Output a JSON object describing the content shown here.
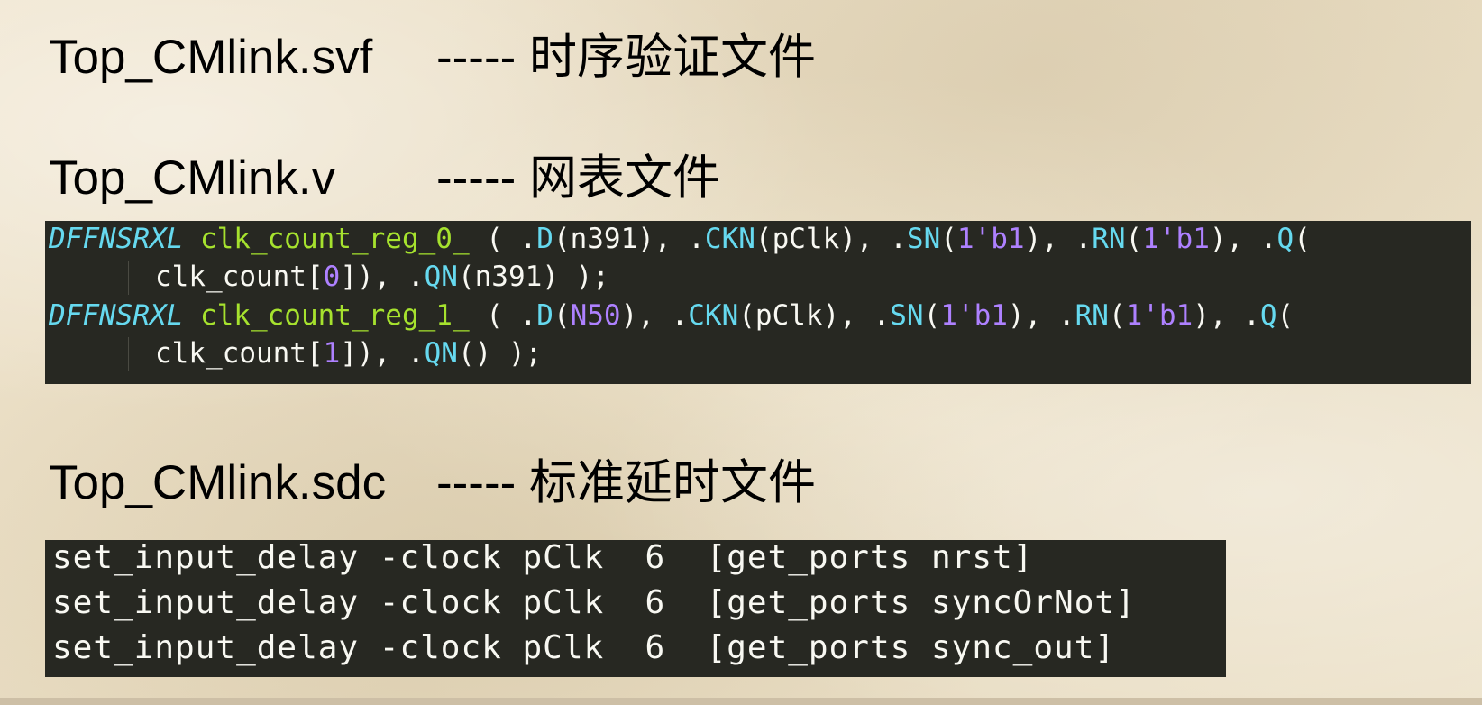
{
  "headings": {
    "svf": {
      "file": "Top_CMlink.svf",
      "desc": "----- 时序验证文件"
    },
    "v": {
      "file": "Top_CMlink.v",
      "desc": "----- 网表文件"
    },
    "sdc": {
      "file": "Top_CMlink.sdc",
      "desc": "----- 标准延时文件"
    }
  },
  "netlist": {
    "lines": [
      [
        {
          "t": "DFFNSRXL",
          "k": "type"
        },
        {
          "t": " ",
          "k": "plain"
        },
        {
          "t": "clk_count_reg_0_",
          "k": "name"
        },
        {
          "t": " ( .",
          "k": "plain"
        },
        {
          "t": "D",
          "k": "port"
        },
        {
          "t": "(n391), .",
          "k": "plain"
        },
        {
          "t": "CKN",
          "k": "port"
        },
        {
          "t": "(pClk), .",
          "k": "plain"
        },
        {
          "t": "SN",
          "k": "port"
        },
        {
          "t": "(",
          "k": "plain"
        },
        {
          "t": "1'b1",
          "k": "num"
        },
        {
          "t": "), .",
          "k": "plain"
        },
        {
          "t": "RN",
          "k": "port"
        },
        {
          "t": "(",
          "k": "plain"
        },
        {
          "t": "1'b1",
          "k": "num"
        },
        {
          "t": "), .",
          "k": "plain"
        },
        {
          "t": "Q",
          "k": "port"
        },
        {
          "t": "(",
          "k": "plain"
        }
      ],
      [
        {
          "t": "clk_count[",
          "k": "plain"
        },
        {
          "t": "0",
          "k": "num"
        },
        {
          "t": "]), .",
          "k": "plain"
        },
        {
          "t": "QN",
          "k": "port"
        },
        {
          "t": "(n391) );",
          "k": "plain"
        }
      ],
      [
        {
          "t": "DFFNSRXL",
          "k": "type"
        },
        {
          "t": " ",
          "k": "plain"
        },
        {
          "t": "clk_count_reg_1_",
          "k": "name"
        },
        {
          "t": " ( .",
          "k": "plain"
        },
        {
          "t": "D",
          "k": "port"
        },
        {
          "t": "(",
          "k": "plain"
        },
        {
          "t": "N50",
          "k": "num"
        },
        {
          "t": "), .",
          "k": "plain"
        },
        {
          "t": "CKN",
          "k": "port"
        },
        {
          "t": "(pClk), .",
          "k": "plain"
        },
        {
          "t": "SN",
          "k": "port"
        },
        {
          "t": "(",
          "k": "plain"
        },
        {
          "t": "1'b1",
          "k": "num"
        },
        {
          "t": "), .",
          "k": "plain"
        },
        {
          "t": "RN",
          "k": "port"
        },
        {
          "t": "(",
          "k": "plain"
        },
        {
          "t": "1'b1",
          "k": "num"
        },
        {
          "t": "), .",
          "k": "plain"
        },
        {
          "t": "Q",
          "k": "port"
        },
        {
          "t": "(",
          "k": "plain"
        }
      ],
      [
        {
          "t": "clk_count[",
          "k": "plain"
        },
        {
          "t": "1",
          "k": "num"
        },
        {
          "t": "]), .",
          "k": "plain"
        },
        {
          "t": "QN",
          "k": "port"
        },
        {
          "t": "() );",
          "k": "plain"
        }
      ]
    ]
  },
  "sdc": {
    "lines": [
      "set_input_delay -clock pClk  6  [get_ports nrst]",
      "set_input_delay -clock pClk  6  [get_ports syncOrNot]",
      "set_input_delay -clock pClk  6  [get_ports sync_out]"
    ]
  },
  "colors": {
    "code_background": "#272822",
    "keyword_type": "#66d9ef",
    "instance_name": "#a6e22e",
    "number": "#ae81ff",
    "plain_text": "#f8f8f2"
  }
}
